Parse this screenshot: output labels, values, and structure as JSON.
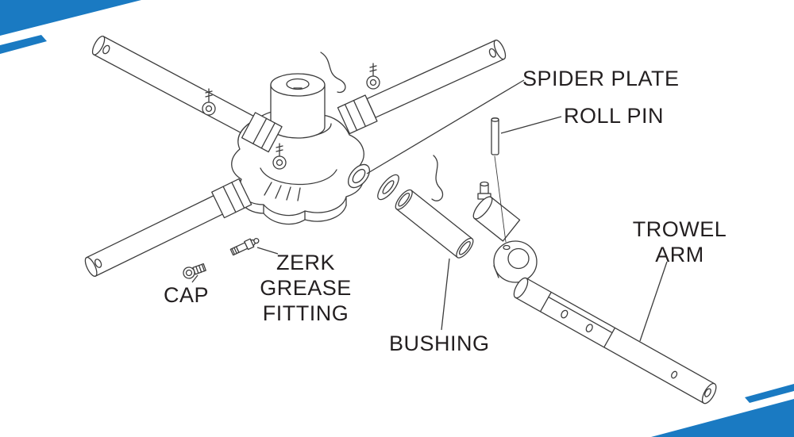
{
  "colors": {
    "accent-blue": "#1a7ac2",
    "line": "#3c3c3c",
    "label": "#231f20",
    "bg": "#ffffff"
  },
  "labels": {
    "spider_plate": "SPIDER PLATE",
    "roll_pin": "ROLL PIN",
    "trowel_arm": "TROWEL ARM",
    "bushing": "BUSHING",
    "cap": "CAP",
    "zerk_grease_fitting": "ZERK GREASE FITTING"
  }
}
